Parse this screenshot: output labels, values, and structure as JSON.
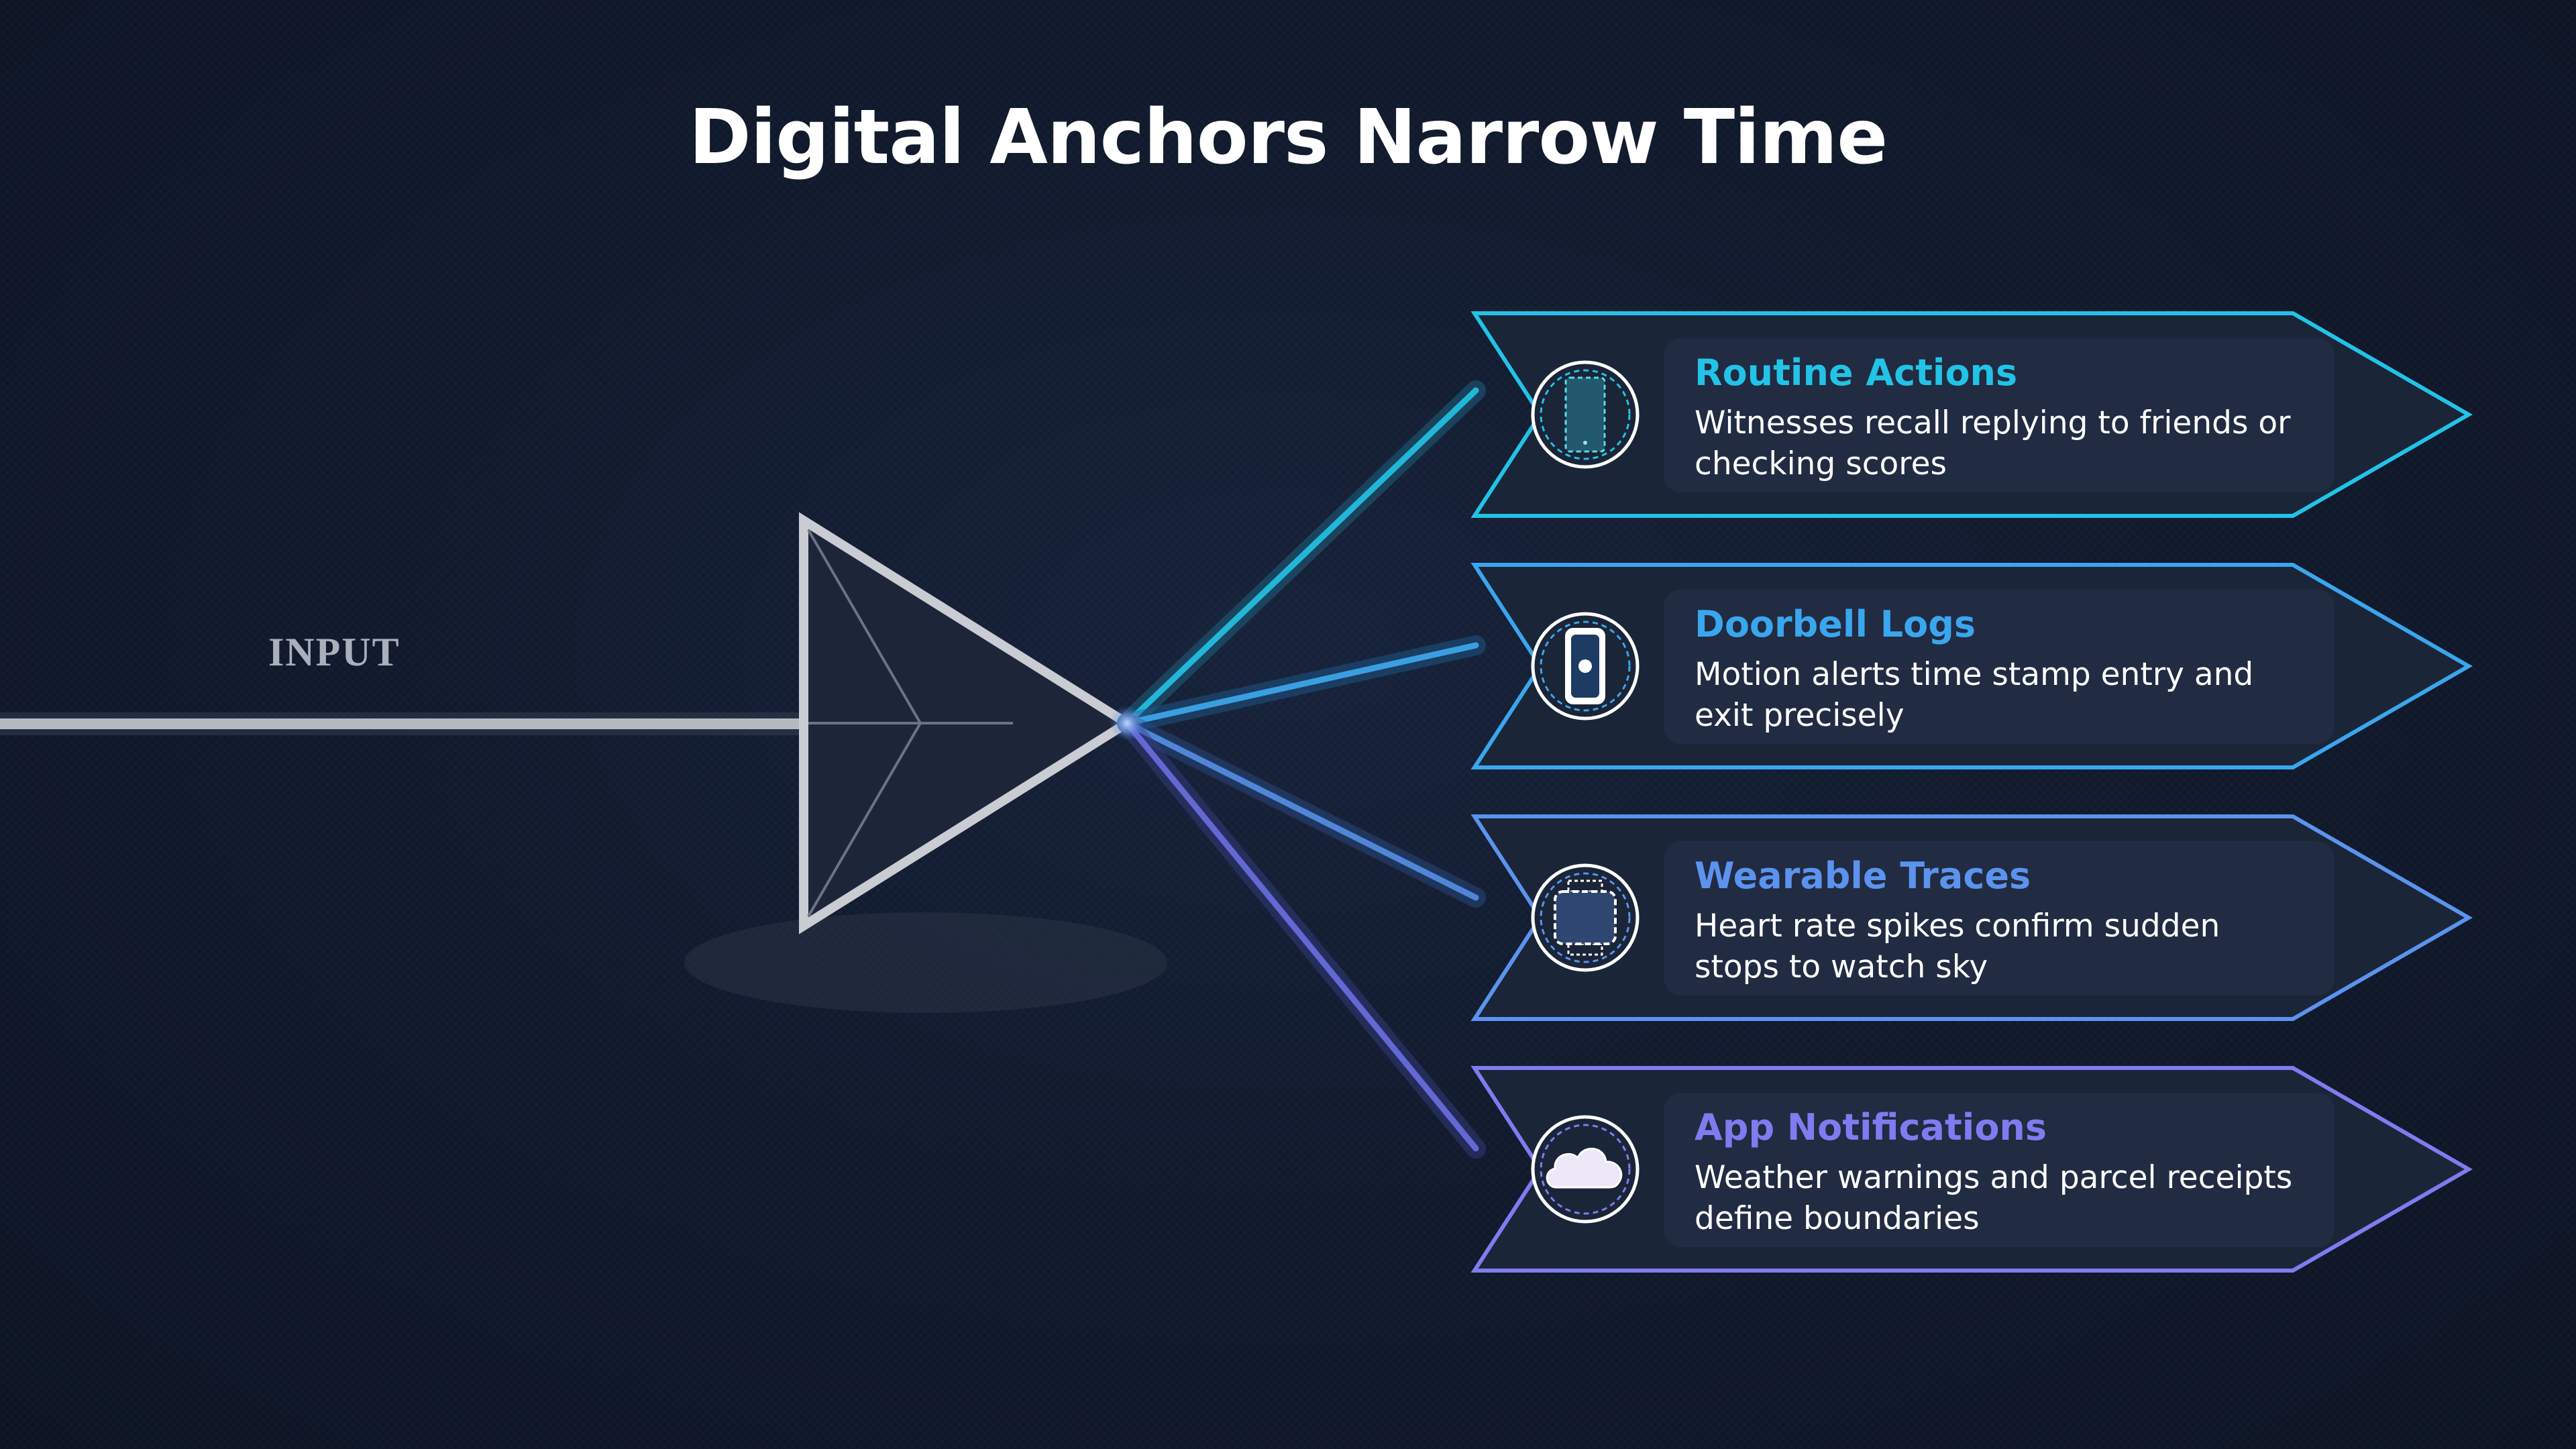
{
  "title": "Digital Anchors Narrow Time",
  "input_label": "INPUT",
  "items": [
    {
      "title": "Routine Actions",
      "description": "Witnesses recall replying to friends or checking scores",
      "icon": "tablet-icon",
      "color": "#22c3e6"
    },
    {
      "title": "Doorbell Logs",
      "description": "Motion alerts time stamp entry and exit precisely",
      "icon": "doorbell-icon",
      "color": "#3aa6ee"
    },
    {
      "title": "Wearable Traces",
      "description": "Heart rate spikes confirm sudden stops to watch sky",
      "icon": "smartwatch-icon",
      "color": "#5b93ee"
    },
    {
      "title": "App Notifications",
      "description": "Weather warnings and parcel receipts define boundaries",
      "icon": "cloud-icon",
      "color": "#7f7cf0"
    }
  ]
}
